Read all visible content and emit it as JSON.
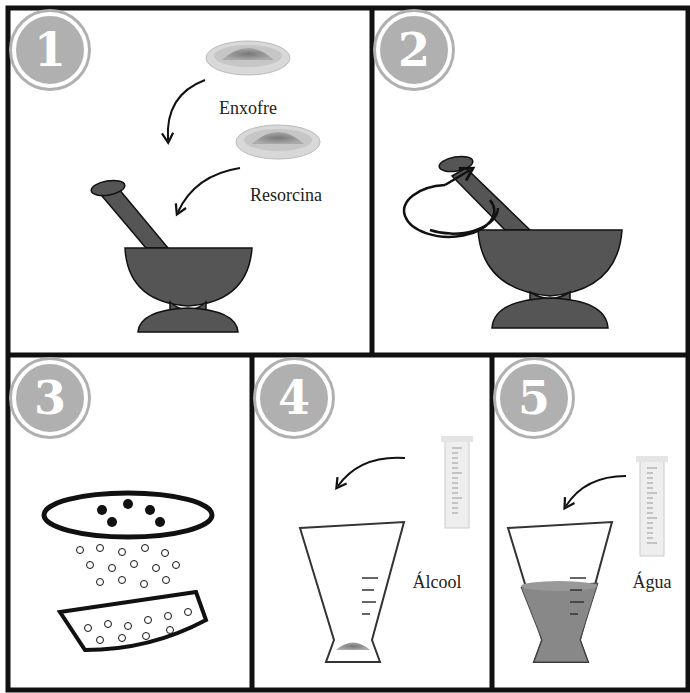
{
  "diagram": {
    "nodes": [
      {
        "text": [
          "1"
        ]
      },
      {
        "text": [
          "2"
        ]
      },
      {
        "text": [
          "3"
        ]
      },
      {
        "text": [
          "4"
        ]
      },
      {
        "text": [
          "5"
        ]
      }
    ],
    "labels": [
      "Enxofre",
      "Resorcina",
      "Álcool",
      "Água"
    ]
  }
}
